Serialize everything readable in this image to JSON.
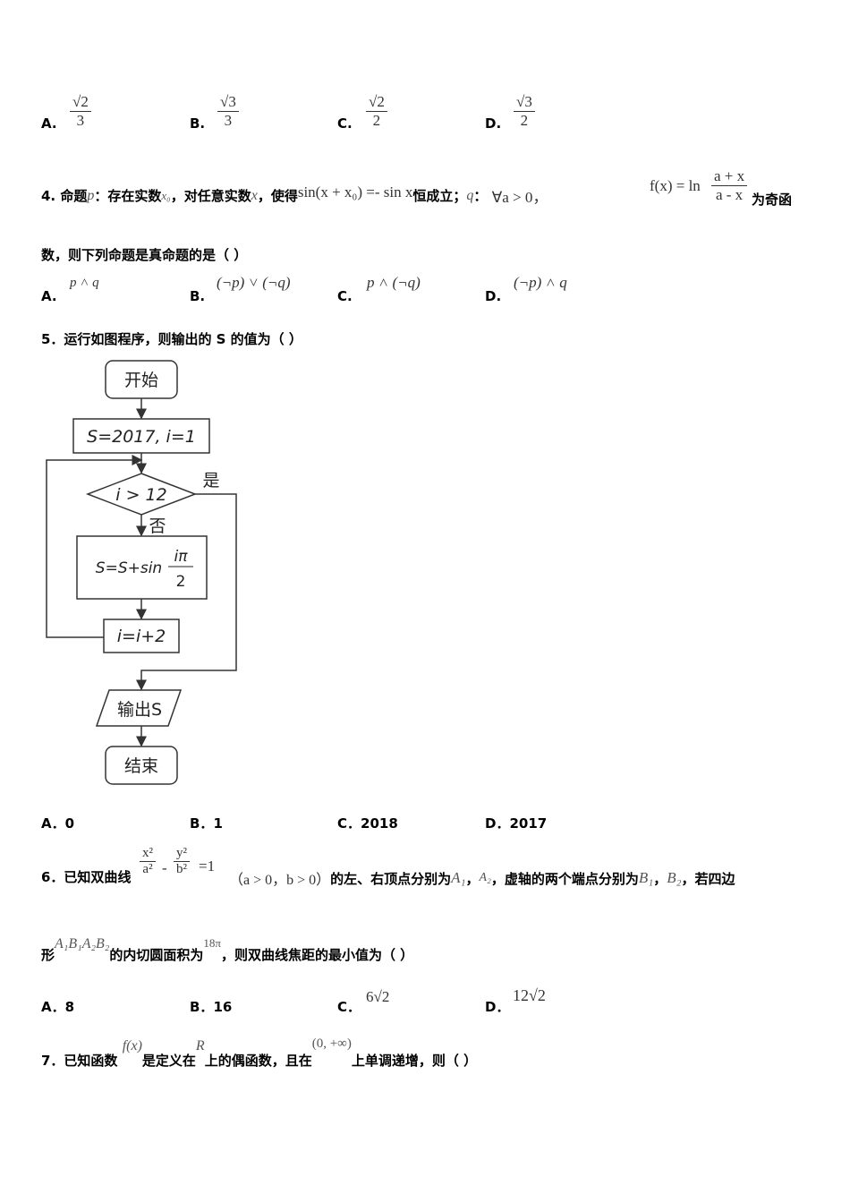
{
  "q3_options": [
    {
      "label": "A.",
      "num": "√2",
      "den": "3"
    },
    {
      "label": "B.",
      "num": "√3",
      "den": "3"
    },
    {
      "label": "C.",
      "num": "√2",
      "den": "2"
    },
    {
      "label": "D.",
      "num": "√3",
      "den": "2"
    }
  ],
  "q4": {
    "number": "4.",
    "t1": "命题",
    "p": "p",
    "t2": "：存在实数",
    "x0": "x₀",
    "t3": "，对任意实数",
    "x": "x",
    "t4": "，使得",
    "eq": "sin(x + x₀) =- sin x",
    "t5": "恒成立；",
    "q": "q",
    "t6": "：",
    "forall": "∀a > 0，",
    "f": "f(x) = ln",
    "fnum": "a + x",
    "fden": "a - x",
    "t7": "为奇函",
    "line2": "数，则下列命题是真命题的是（    ）",
    "options": [
      {
        "label": "A.",
        "value": "p ˄ q"
      },
      {
        "label": "B.",
        "value": "(¬p) ˅ (¬q)"
      },
      {
        "label": "C.",
        "value": "p ˄ (¬q)"
      },
      {
        "label": "D.",
        "value": "(¬p) ˄ q"
      }
    ]
  },
  "q5": {
    "text": "5．运行如图程序，则输出的 S 的值为（      ）",
    "flow": {
      "start": "开始",
      "init": "S=2017, i=1",
      "cond": "i > 12",
      "yes": "是",
      "no": "否",
      "body": "S=S+sin",
      "body_num": "iπ",
      "body_den": "2",
      "inc": "i=i+2",
      "output": "输出S",
      "end": "结束"
    },
    "options": [
      {
        "label": "A．",
        "value": "0"
      },
      {
        "label": "B．",
        "value": "1"
      },
      {
        "label": "C．",
        "value": "2018"
      },
      {
        "label": "D．",
        "value": "2017"
      }
    ]
  },
  "q6": {
    "t1": "6．已知双曲线",
    "eq_x": "x²",
    "eq_a": "a²",
    "minus": "-",
    "eq_y": "y²",
    "eq_b": "b²",
    "eq1": "=1",
    "cond": "（a > 0，b > 0）",
    "t2": "的左、右顶点分别为",
    "A1": "A₁",
    "c1": "，",
    "A2": "A₂",
    "t3": "，虚轴的两个端点分别为",
    "B1": "B₁",
    "c2": "，",
    "B2": "B₂",
    "t4": "，若四边",
    "t5": "形",
    "quad": "A₁B₁A₂B₂",
    "t6": "的内切圆面积为",
    "area": "18π",
    "t7": "，则双曲线焦距的最小值为（    ）",
    "options": [
      {
        "label": "A．",
        "value": "8"
      },
      {
        "label": "B．",
        "value": "16"
      },
      {
        "label": "C．",
        "value": "6√2"
      },
      {
        "label": "D．",
        "value": "12√2"
      }
    ]
  },
  "q7": {
    "t1": "7．已知函数",
    "f": "f(x)",
    "t2": "是定义在",
    "R": "R",
    "t3": "上的偶函数，且在",
    "interval": "(0, +∞)",
    "t4": "上单调递增，则（    ）"
  }
}
